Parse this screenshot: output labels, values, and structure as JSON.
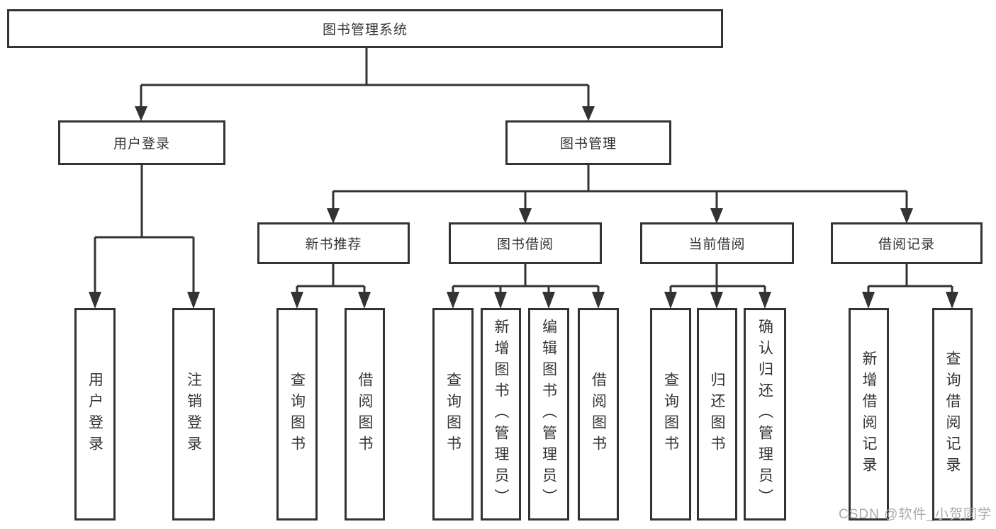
{
  "tree": {
    "label": "图书管理系统",
    "children": [
      {
        "label": "用户登录",
        "children": [
          {
            "label": "用户登录"
          },
          {
            "label": "注销登录"
          }
        ]
      },
      {
        "label": "图书管理",
        "children": [
          {
            "label": "新书推荐",
            "children": [
              {
                "label": "查询图书"
              },
              {
                "label": "借阅图书"
              }
            ]
          },
          {
            "label": "图书借阅",
            "children": [
              {
                "label": "查询图书"
              },
              {
                "label": "新增图书（管理员）"
              },
              {
                "label": "编辑图书（管理员）"
              },
              {
                "label": "借阅图书"
              }
            ]
          },
          {
            "label": "当前借阅",
            "children": [
              {
                "label": "查询图书"
              },
              {
                "label": "归还图书"
              },
              {
                "label": "确认归还（管理员）"
              }
            ]
          },
          {
            "label": "借阅记录",
            "children": [
              {
                "label": "新增借阅记录"
              },
              {
                "label": "查询借阅记录"
              }
            ]
          }
        ]
      }
    ]
  },
  "watermark": {
    "text": "CSDN @软件_小贺同学"
  },
  "colors": {
    "line": "#333333",
    "text": "#333333",
    "box_background": "#ffffff",
    "watermark": "#ababab"
  }
}
